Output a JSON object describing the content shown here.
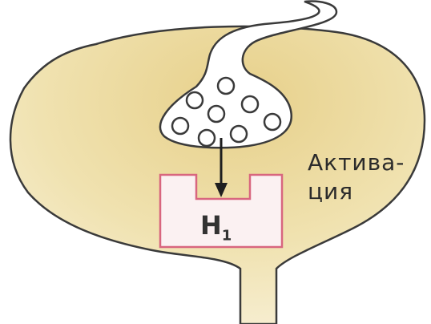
{
  "activation_label": {
    "line1": "Актива-",
    "line2": "ция"
  },
  "receptor": {
    "base": "H",
    "subscript": "1"
  },
  "colors": {
    "cell_fill": "#eedca0",
    "receptor_outline": "#d8667f",
    "receptor_fill": "#fbf1f2",
    "neuron_fill": "#ffffff",
    "outline": "#3a3a3a"
  }
}
